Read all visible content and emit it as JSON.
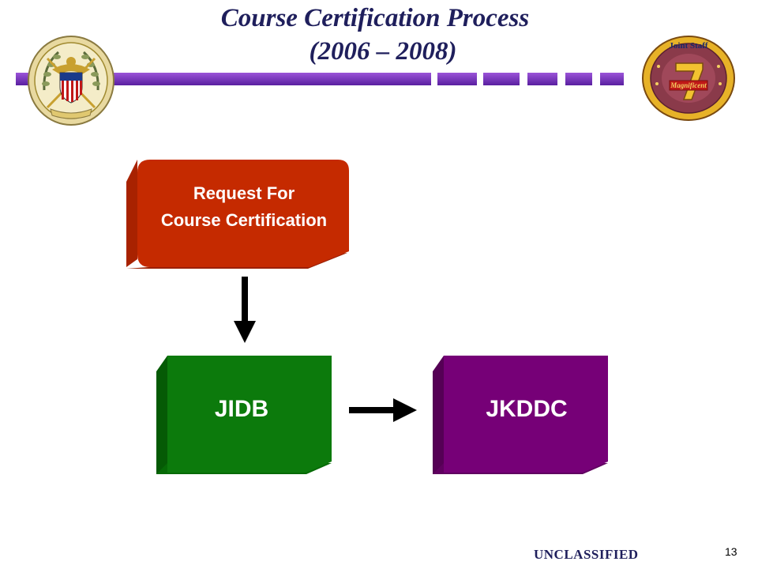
{
  "slide": {
    "title_line1": "Course Certification Process",
    "title_line2": "(2006 – 2008)",
    "classification": "UNCLASSIFIED",
    "page_number": "13"
  },
  "logos": {
    "left": {
      "icon": "joint-chiefs-seal-icon"
    },
    "right": {
      "icon": "joint-staff-j7-seal-icon",
      "text_top": "Joint Staff",
      "text_center": "Magnificent"
    }
  },
  "diagram": {
    "request_box": {
      "line1": "Request For",
      "line2": "Course Certification"
    },
    "jidb_box": {
      "label": "JIDB"
    },
    "jkddc_box": {
      "label": "JKDDC"
    }
  },
  "colors": {
    "title": "#1f1f5c",
    "band_dark": "#5a1fa0",
    "band_light": "#b070e0",
    "request_front": "#c52a00",
    "request_side": "#9b1f00",
    "jidb_front": "#0c7a0c",
    "jidb_side": "#055a05",
    "jkddc_front": "#760077",
    "jkddc_side": "#550055"
  }
}
